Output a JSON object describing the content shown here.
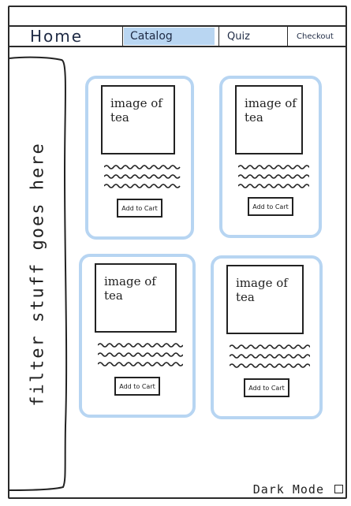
{
  "nav": {
    "home": "Home",
    "catalog": "Catalog",
    "quiz": "Quiz",
    "checkout": "Checkout"
  },
  "sidebar": {
    "label": "filter stuff goes here"
  },
  "products": [
    {
      "image_label": "image of tea",
      "button_label": "Add to Cart"
    },
    {
      "image_label": "image of tea",
      "button_label": "Add to Cart"
    },
    {
      "image_label": "image of tea",
      "button_label": "Add to Cart"
    },
    {
      "image_label": "image of tea",
      "button_label": "Add to Cart"
    }
  ],
  "footer": {
    "dark_mode_label": "Dark Mode"
  },
  "colors": {
    "active_tab": "#b9d6f2",
    "card_border": "#b7d5f2",
    "ink": "#222222"
  }
}
